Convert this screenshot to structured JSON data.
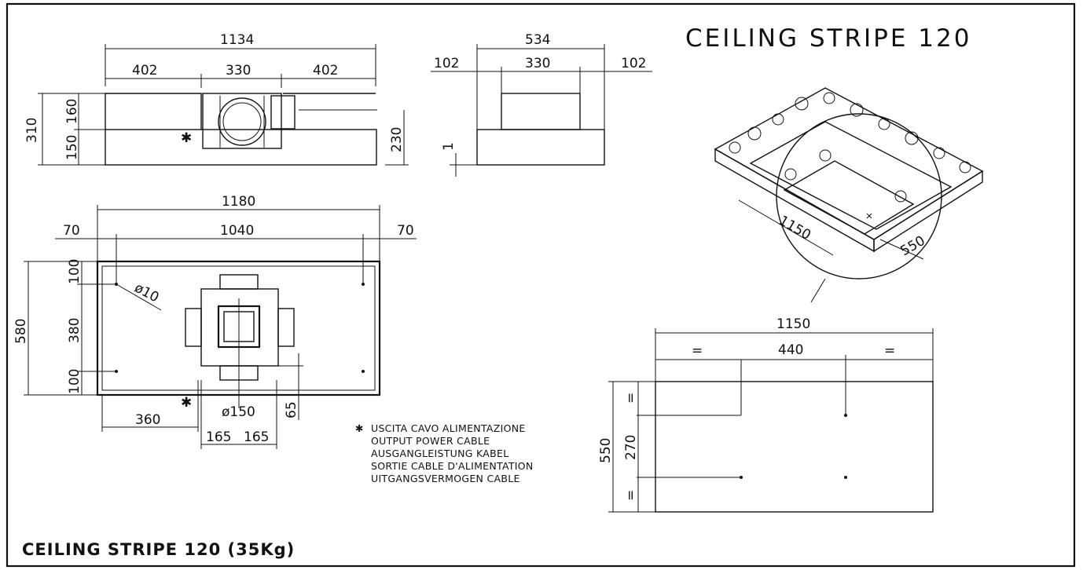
{
  "title": "CEILING STRIPE 120",
  "footer_title": "CEILING STRIPE 120 (35Kg)",
  "front_view": {
    "overall": "1134",
    "left": "402",
    "center": "330",
    "right": "402",
    "height_total": "310",
    "height_top": "160",
    "height_bottom": "150",
    "right_height": "230"
  },
  "side_view": {
    "overall": "534",
    "left": "102",
    "center": "330",
    "right": "102",
    "offset": "1"
  },
  "plan_view": {
    "overall": "1180",
    "inner": "1040",
    "left_margin": "70",
    "right_margin": "70",
    "height_total": "580",
    "height_top": "100",
    "height_mid": "380",
    "height_bottom": "100",
    "hole_diameter": "ø10",
    "left_offset": "360",
    "duct_diameter": "ø150",
    "half_left": "165",
    "half_right": "165",
    "duct_offset": "65"
  },
  "perspective": {
    "length": "1150",
    "width": "550"
  },
  "ceiling_cutout": {
    "overall": "1150",
    "left_eq": "=",
    "center": "440",
    "right_eq": "=",
    "height_total": "550",
    "height_mid": "270",
    "top_eq": "=",
    "bottom_eq": "="
  },
  "legend": {
    "symbol": "✱",
    "lines": [
      "USCITA CAVO ALIMENTAZIONE",
      "OUTPUT POWER CABLE",
      "AUSGANGLEISTUNG KABEL",
      "SORTIE CABLE D'ALIMENTATION",
      "UITGANGSVERMOGEN CABLE"
    ]
  }
}
